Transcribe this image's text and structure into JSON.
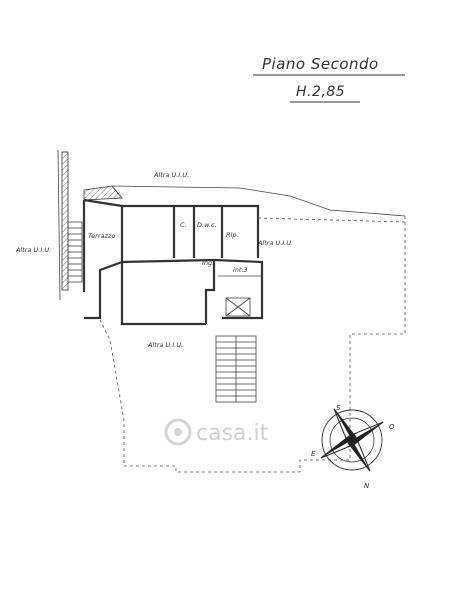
{
  "header": {
    "title": "Piano Secondo",
    "height": "H.2,85"
  },
  "labels": {
    "altra_top": "Altra U.I.U.",
    "altra_left": "Altra U.I.U.",
    "altra_right": "Altra U.I.U.",
    "altra_center": "Altra U.I.U.",
    "terrazzo": "Terrazzo",
    "closet": "C.",
    "wc": "D.w.c.",
    "storage": "Rip.",
    "entrance": "Ing.",
    "unit": "int.3"
  },
  "compass": {
    "north": "N",
    "south": "S",
    "east": "E",
    "west": "O"
  },
  "watermark": {
    "text": "casa.it"
  }
}
